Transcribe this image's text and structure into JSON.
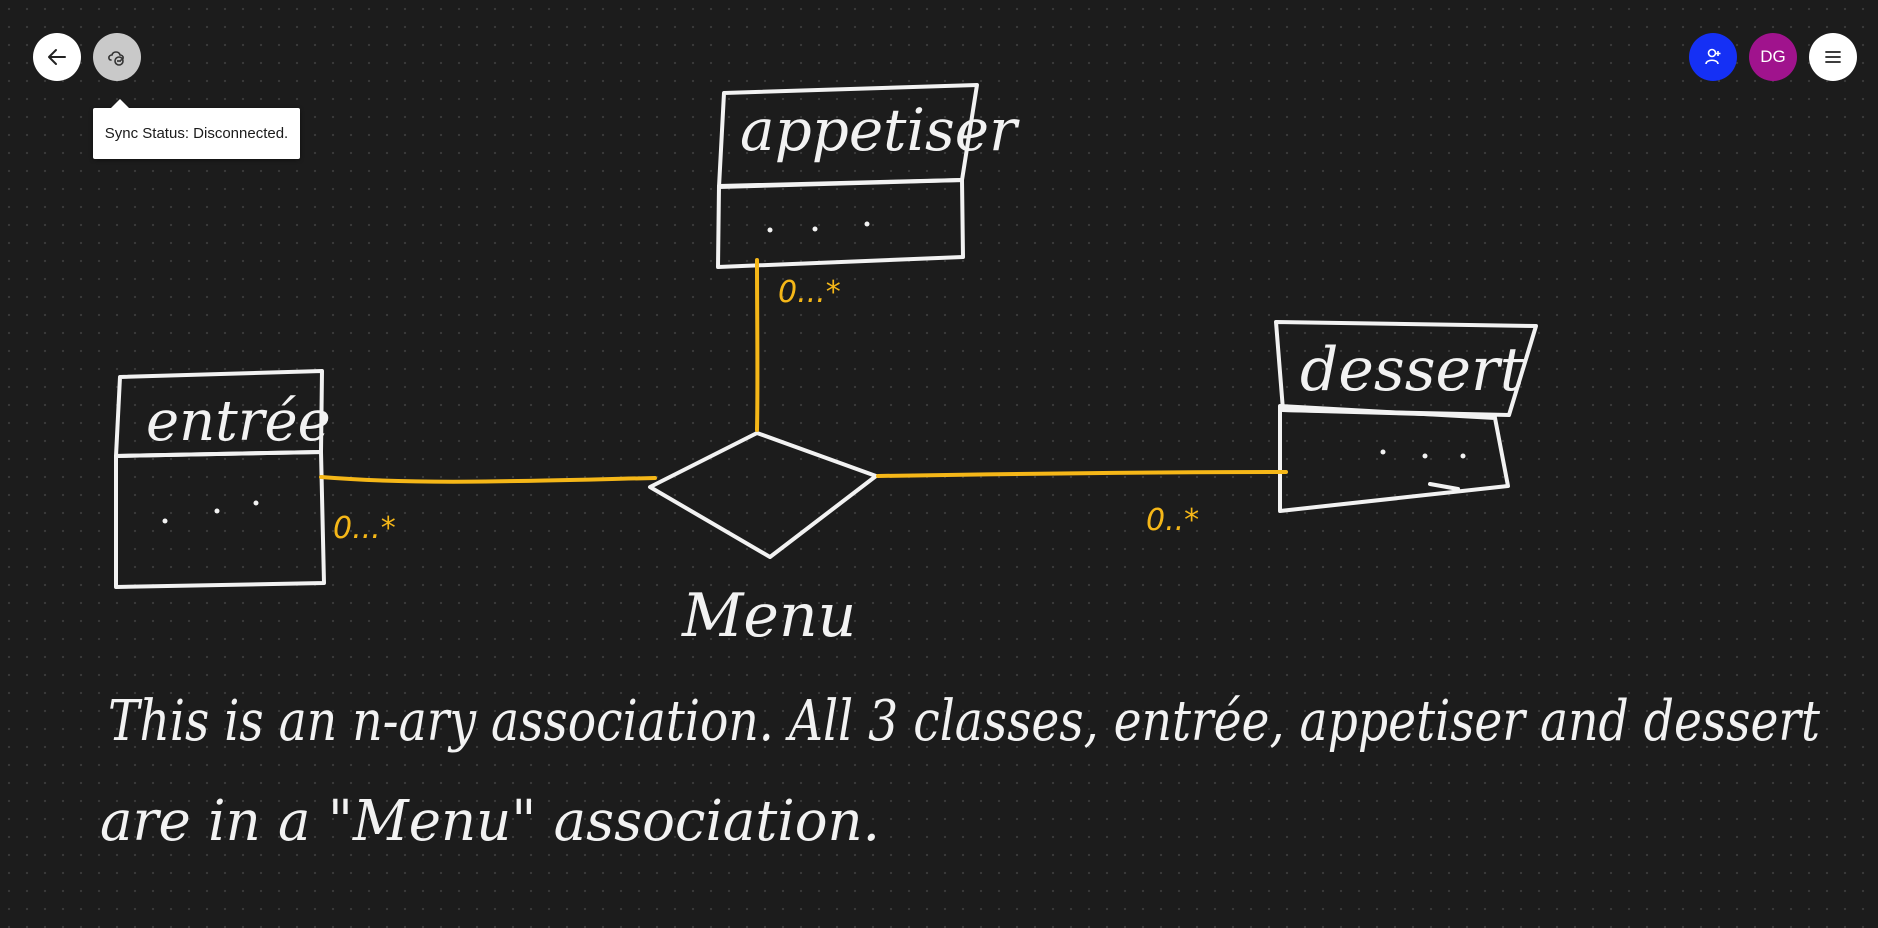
{
  "toolbar": {
    "back_icon": "arrow-left-icon",
    "sync_icon": "cloud-sync-icon",
    "share_icon": "person-add-icon",
    "avatar_initials": "DG",
    "menu_icon": "hamburger-menu-icon"
  },
  "tooltip": {
    "text": "Sync Status: Disconnected."
  },
  "diagram": {
    "classes": {
      "appetiser": "appetiser",
      "entree": "entrée",
      "dessert": "dessert"
    },
    "association_name": "Menu",
    "multiplicities": {
      "appetiser": "0...*",
      "entree": "0...*",
      "dessert": "0..*"
    },
    "attribute_placeholder": ". . ."
  },
  "note": {
    "line1": "This is an n-ary association. All 3 classes, entrée, appetiser and dessert",
    "line2": "are in a \"Menu\" association."
  },
  "colors": {
    "background": "#1c1c1c",
    "ink_white": "#f2f2f2",
    "ink_yellow": "#f5b718",
    "share_button": "#1530f5",
    "avatar": "#a0138d"
  }
}
